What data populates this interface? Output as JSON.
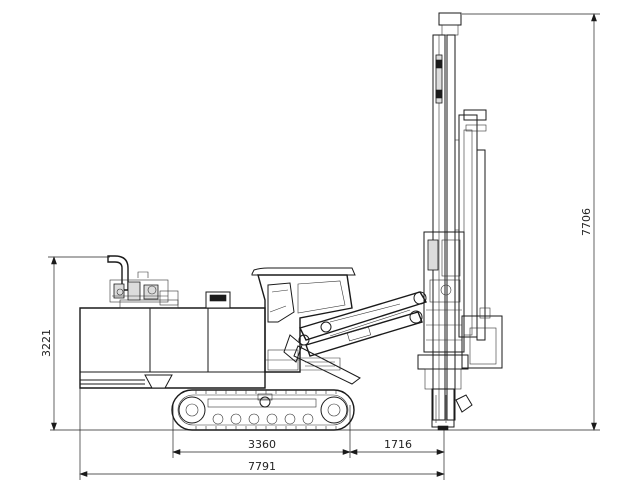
{
  "drawing": {
    "dimensions": {
      "track_length": "3360",
      "front_overhang": "1716",
      "overall_length": "7791",
      "transport_height": "3221",
      "working_height": "7706"
    }
  }
}
